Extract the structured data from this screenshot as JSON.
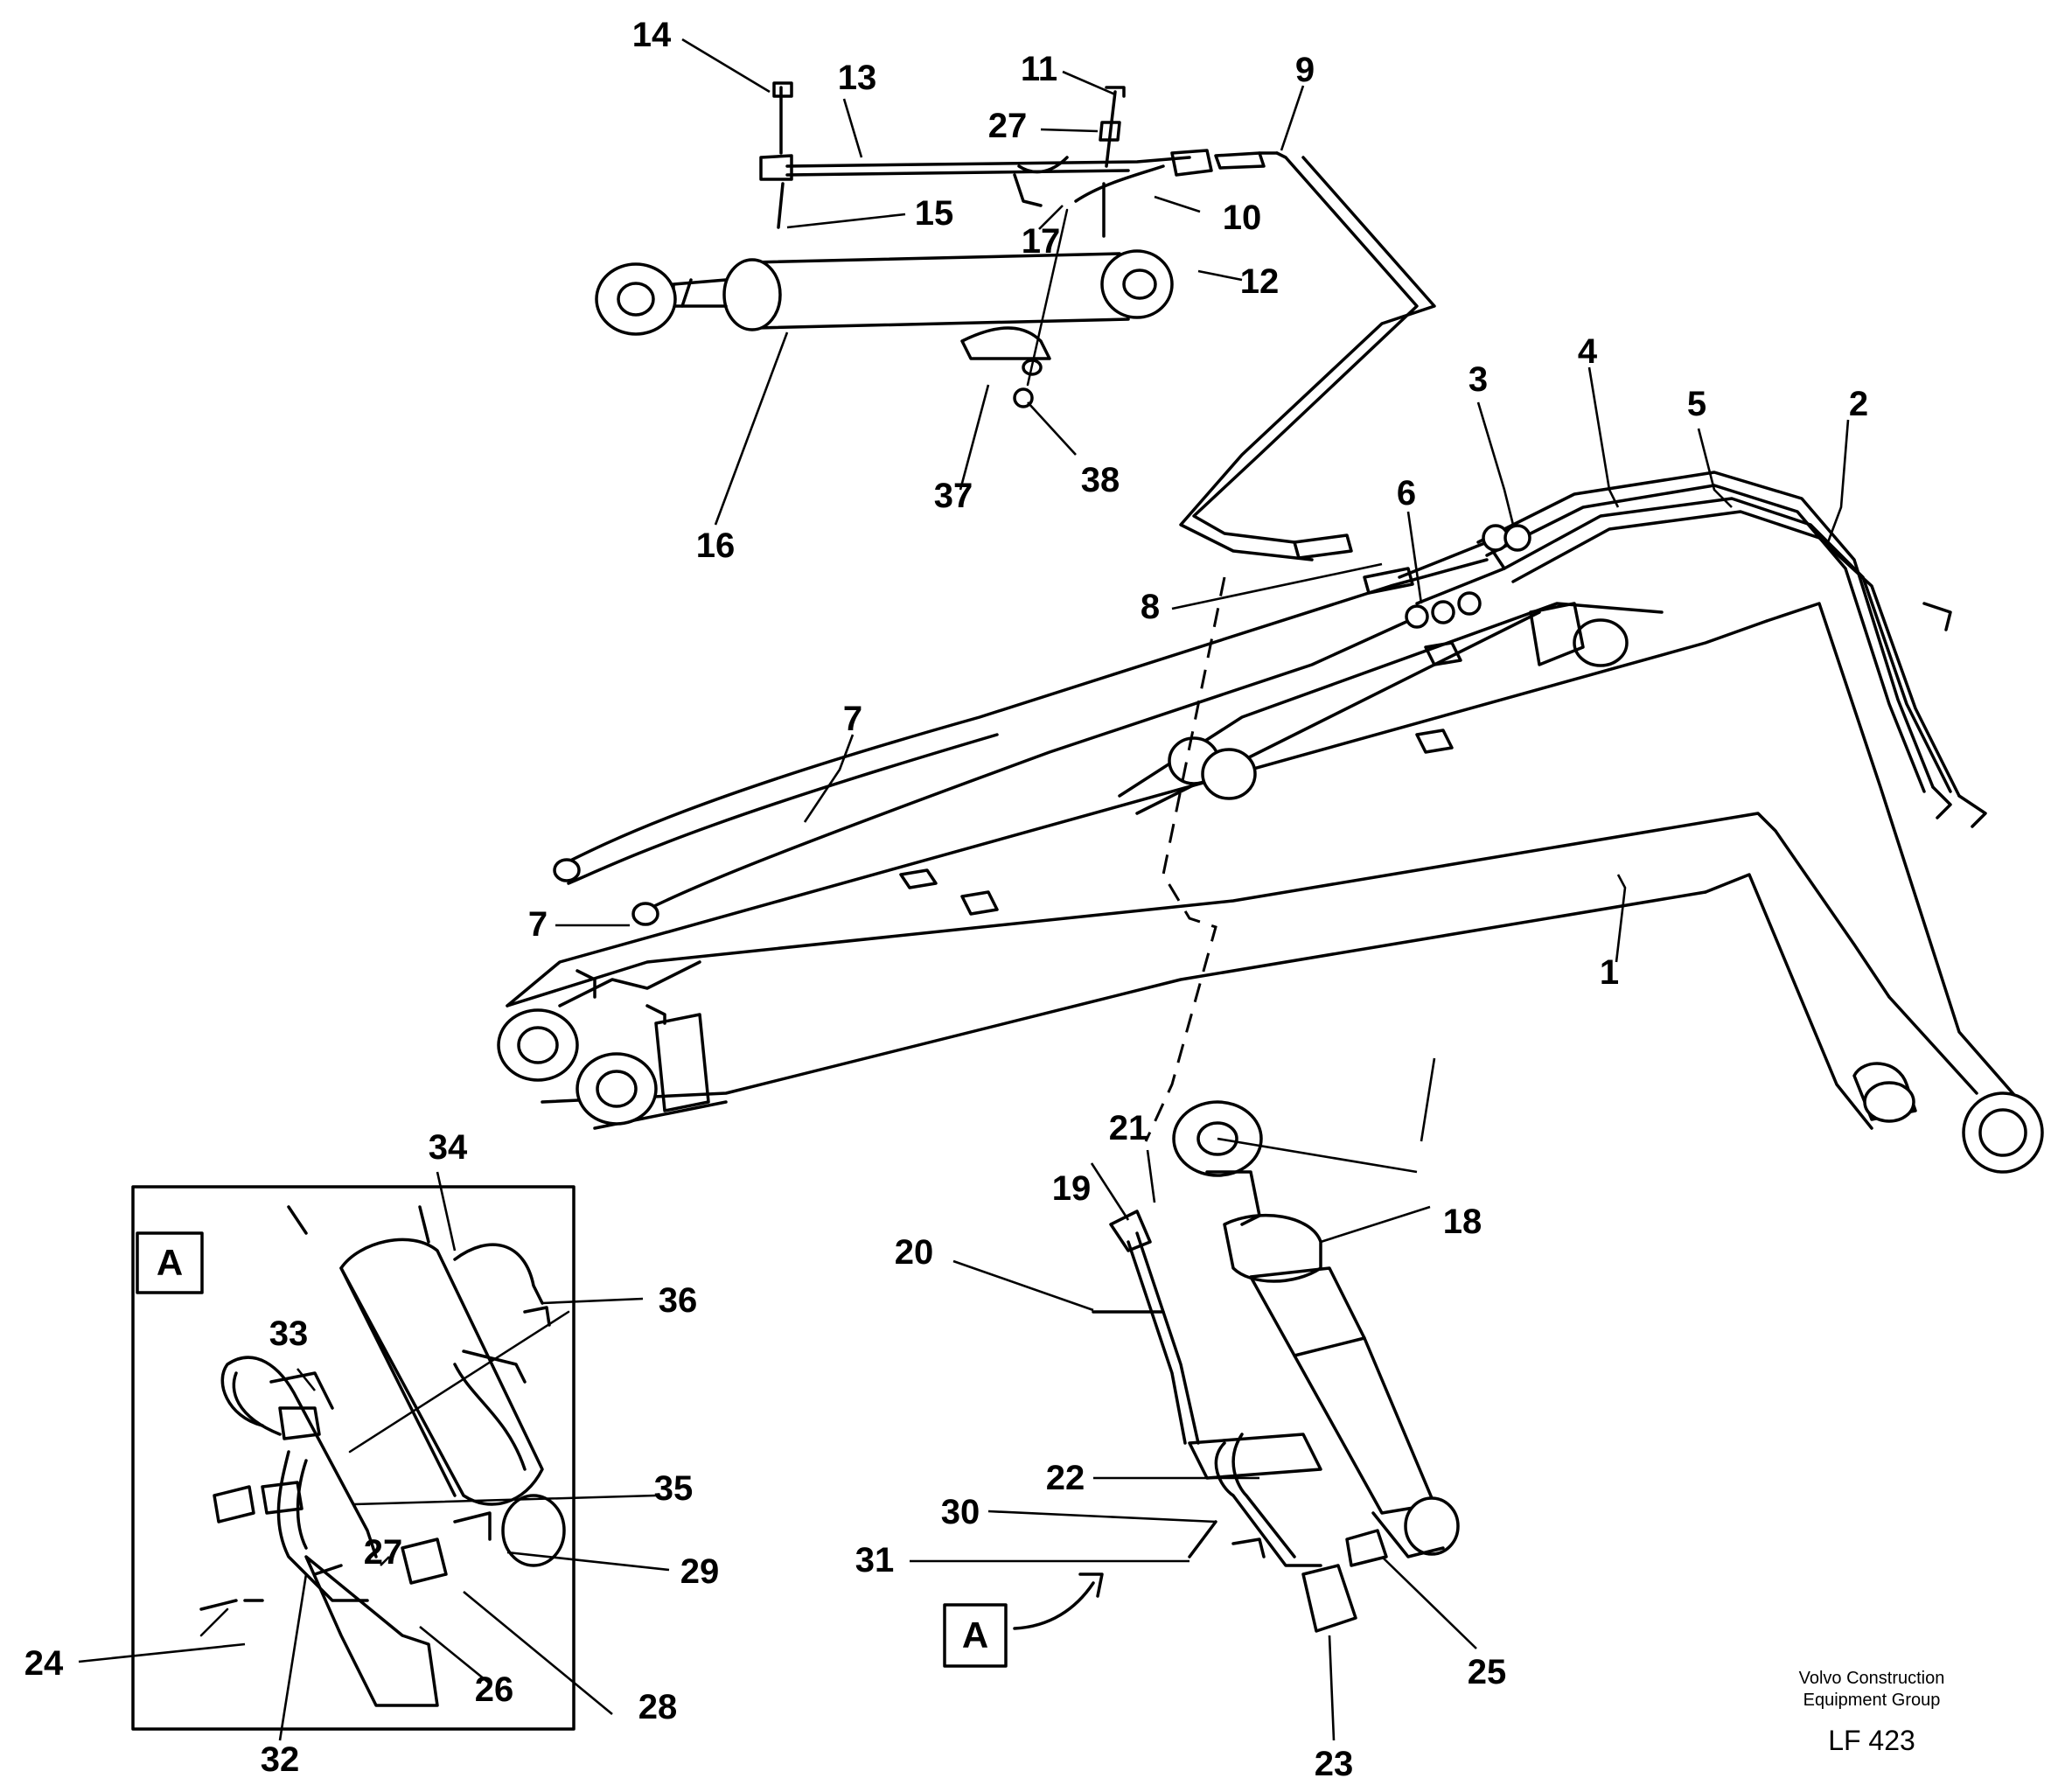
{
  "credit": {
    "line1": "Volvo Construction",
    "line2": "Equipment Group",
    "figure_code": "LF 423"
  },
  "detail_box_label": "A",
  "detail_marker_label": "A",
  "callouts": {
    "c1": "1",
    "c2": "2",
    "c3": "3",
    "c4": "4",
    "c5": "5",
    "c6": "6",
    "c7a": "7",
    "c7b": "7",
    "c8": "8",
    "c9": "9",
    "c10": "10",
    "c11": "11",
    "c12": "12",
    "c13": "13",
    "c14": "14",
    "c15": "15",
    "c16": "16",
    "c17": "17",
    "c18": "18",
    "c19": "19",
    "c20": "20",
    "c21": "21",
    "c22": "22",
    "c23": "23",
    "c24": "24",
    "c25": "25",
    "c26": "26",
    "c27a": "27",
    "c27b": "27",
    "c28": "28",
    "c29": "29",
    "c30": "30",
    "c31": "31",
    "c32": "32",
    "c33": "33",
    "c34": "34",
    "c35": "35",
    "c36": "36",
    "c37": "37",
    "c38": "38"
  }
}
